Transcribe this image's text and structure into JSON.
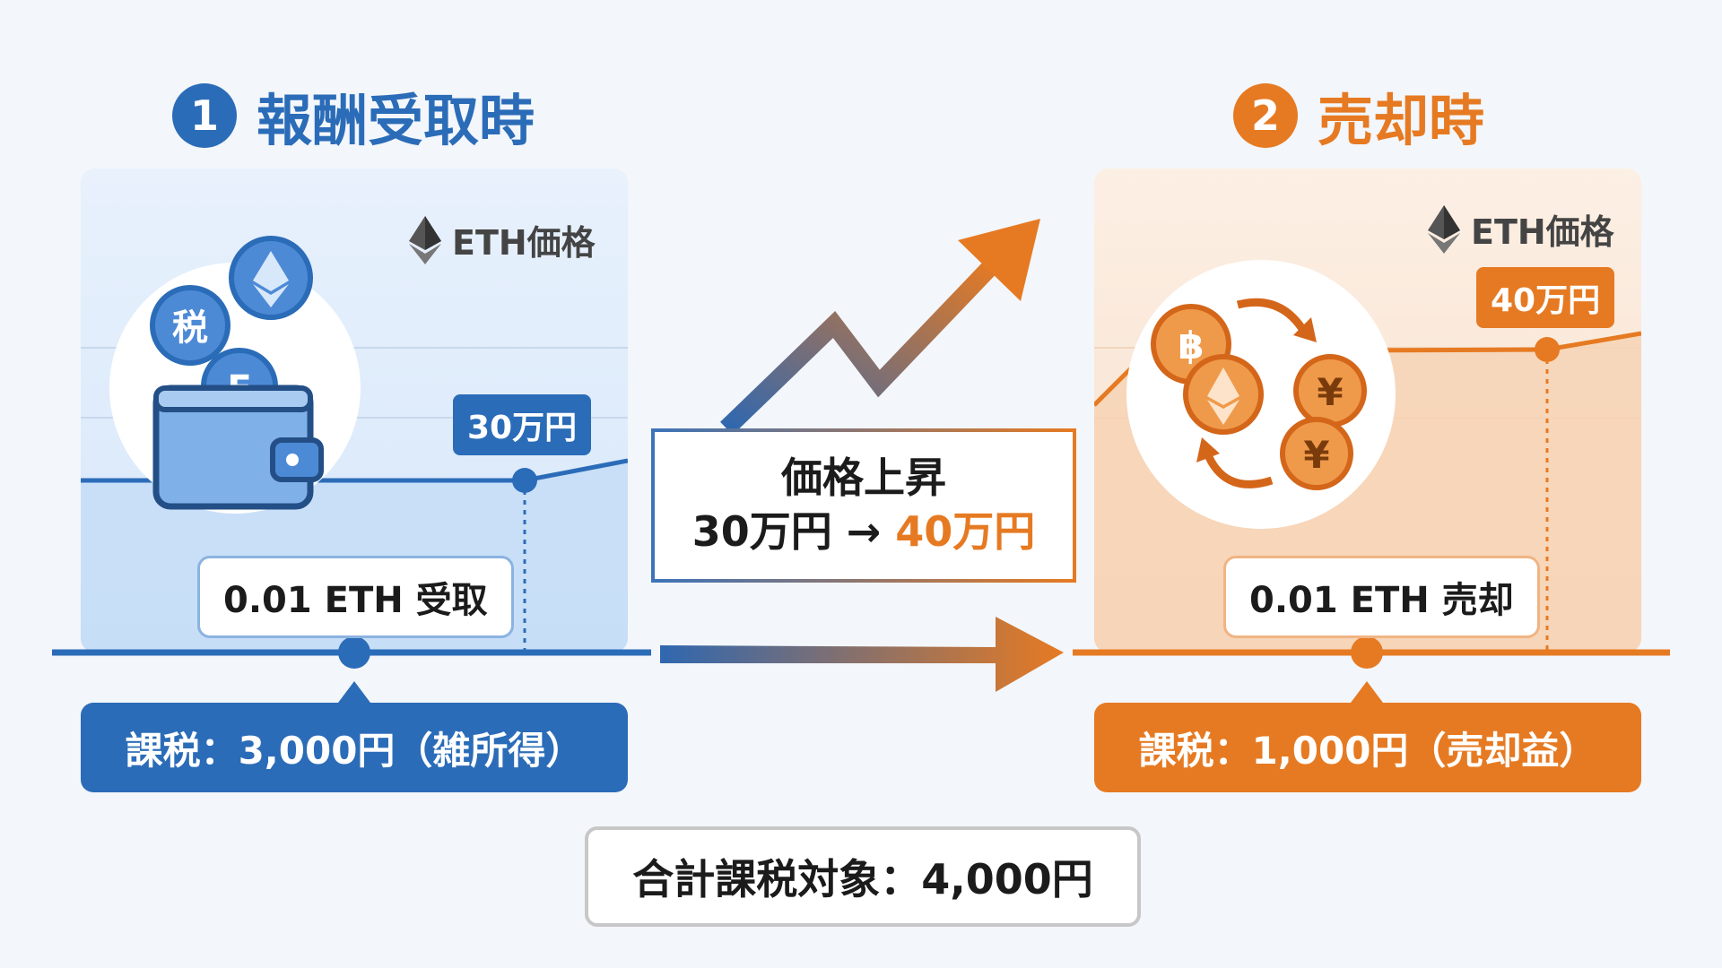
{
  "step1": {
    "number": "1",
    "title": "報酬受取時"
  },
  "step2": {
    "number": "2",
    "title": "売却時"
  },
  "eth_price_label": "ETH価格",
  "panel1": {
    "price_tag": "30万円",
    "event": "0.01 ETH 受取",
    "tax": "課税：3,000円（雑所得）",
    "icons": {
      "tax_coin": "税",
      "eth_coin_letter": "E"
    }
  },
  "panel2": {
    "price_tag": "40万円",
    "event": "0.01 ETH 売却",
    "tax": "課税：1,000円（売却益）",
    "icons": {
      "yen_symbol": "¥"
    }
  },
  "price_rise": {
    "title": "価格上昇",
    "from": "30万円",
    "arrow": "→",
    "to": "40万円"
  },
  "total": "合計課税対象：4,000円",
  "colors": {
    "blue": "#2b6cb8",
    "orange": "#e67a22"
  }
}
